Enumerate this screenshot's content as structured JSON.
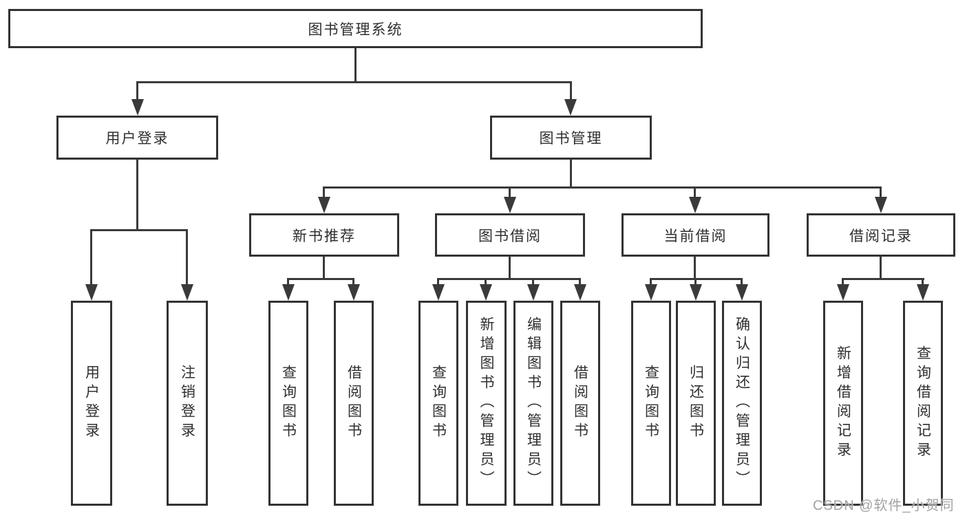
{
  "diagram": {
    "type": "hierarchy-tree",
    "title": "图书管理系统",
    "tree": {
      "图书管理系统": {
        "用户登录": [
          "用户登录",
          "注销登录"
        ],
        "图书管理": {
          "新书推荐": [
            "查询图书",
            "借阅图书"
          ],
          "图书借阅": [
            "查询图书",
            "新增图书（管理员）",
            "编辑图书（管理员）",
            "借阅图书"
          ],
          "当前借阅": [
            "查询图书",
            "归还图书",
            "确认归还（管理员）"
          ],
          "借阅记录": [
            "新增借阅记录",
            "查询借阅记录"
          ]
        }
      }
    }
  },
  "nodes": {
    "root": {
      "label": "图书管理系统"
    },
    "userLogin": {
      "label": "用户登录"
    },
    "bookManagement": {
      "label": "图书管理"
    },
    "newBookRecommend": {
      "label": "新书推荐"
    },
    "bookBorrow": {
      "label": "图书借阅"
    },
    "currentBorrow": {
      "label": "当前借阅"
    },
    "borrowRecords": {
      "label": "借阅记录"
    },
    "loginLeaf": {
      "label": "用户登录"
    },
    "logoutLeaf": {
      "label": "注销登录"
    },
    "nbrQueryBook": {
      "label": "查询图书"
    },
    "nbrBorrowBook": {
      "label": "借阅图书"
    },
    "bbQueryBook": {
      "label": "查询图书"
    },
    "bbAddBook": {
      "label": "新增图书（管理员）"
    },
    "bbEditBook": {
      "label": "编辑图书（管理员）"
    },
    "bbBorrowBook": {
      "label": "借阅图书"
    },
    "cbQueryBook": {
      "label": "查询图书"
    },
    "cbReturnBook": {
      "label": "归还图书"
    },
    "cbConfirmReturn": {
      "label": "确认归还（管理员）"
    },
    "brAddRecord": {
      "label": "新增借阅记录"
    },
    "brQueryRecord": {
      "label": "查询借阅记录"
    }
  },
  "watermark": "CSDN @软件_小贺同学",
  "colors": {
    "line": "#3a3a3a",
    "border": "#333333",
    "text": "#2f2f2f",
    "watermark_text": "#a2a2a2",
    "background": "#ffffff"
  }
}
